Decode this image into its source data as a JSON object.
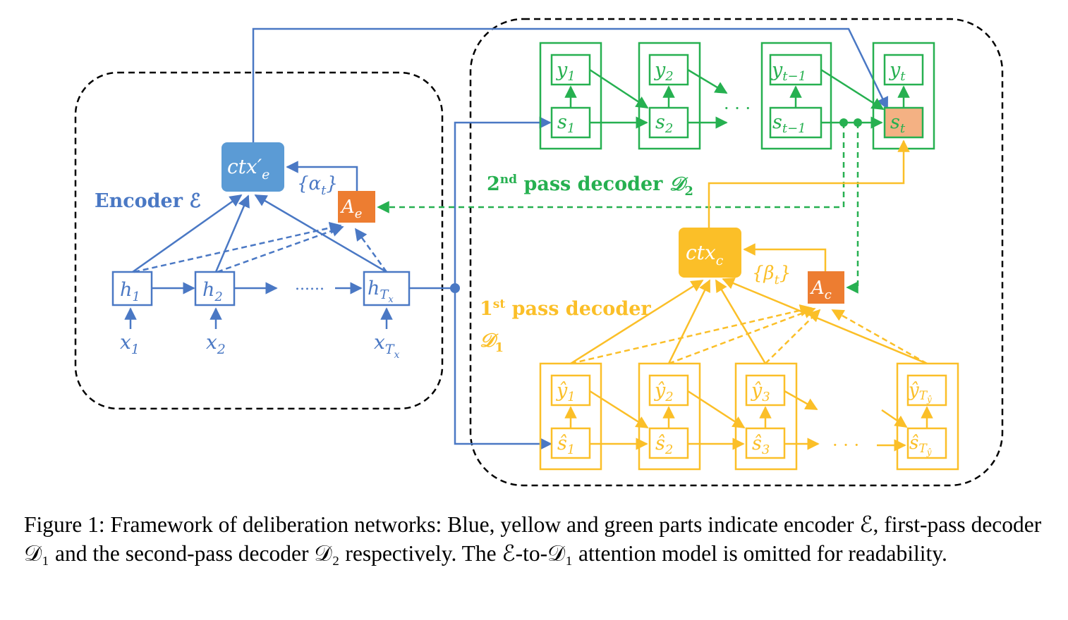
{
  "colors": {
    "blue": "#4a78c4",
    "blue_fill": "#5b9bd5",
    "yellow": "#fbbf28",
    "green": "#26b050",
    "orange": "#ed7d31",
    "orange_light": "#f4b183",
    "black": "#000000"
  },
  "encoder": {
    "label": "Encoder ℰ",
    "ctx": "ctx′",
    "ctx_sub": "e",
    "attn": "A",
    "attn_sub": "e",
    "alpha": "{α",
    "alpha_sub": "t",
    "alpha_close": "}",
    "dots": "......",
    "h": [
      {
        "base": "h",
        "sub": "1",
        "subsub": ""
      },
      {
        "base": "h",
        "sub": "2",
        "subsub": ""
      },
      {
        "base": "h",
        "sub": "T",
        "subsub": "x"
      }
    ],
    "x": [
      {
        "base": "x",
        "sub": "1",
        "subsub": ""
      },
      {
        "base": "x",
        "sub": "2",
        "subsub": ""
      },
      {
        "base": "x",
        "sub": "T",
        "subsub": "x"
      }
    ]
  },
  "second_pass": {
    "label_a": "2",
    "label_sup": "nd",
    "label_b": " pass decoder ",
    "label_math": "𝒟",
    "label_sub": "2",
    "dots": "· · ·",
    "y": [
      {
        "base": "y",
        "sub": "1"
      },
      {
        "base": "y",
        "sub": "2"
      },
      {
        "base": "y",
        "sub": "t−1"
      },
      {
        "base": "y",
        "sub": "t"
      }
    ],
    "s": [
      {
        "base": "s",
        "sub": "1"
      },
      {
        "base": "s",
        "sub": "2"
      },
      {
        "base": "s",
        "sub": "t−1"
      },
      {
        "base": "s",
        "sub": "t"
      }
    ]
  },
  "first_pass": {
    "label_a": "1",
    "label_sup": "st",
    "label_b": " pass decoder",
    "label_math": "𝒟",
    "label_sub": "1",
    "ctx": "ctx",
    "ctx_sub": "c",
    "attn": "A",
    "attn_sub": "c",
    "beta": "{β",
    "beta_sub": "t",
    "beta_close": "}",
    "dots": "· · ·",
    "y": [
      {
        "base": "ŷ",
        "sub": "1",
        "subsub": ""
      },
      {
        "base": "ŷ",
        "sub": "2",
        "subsub": ""
      },
      {
        "base": "ŷ",
        "sub": "3",
        "subsub": ""
      },
      {
        "base": "ŷ",
        "sub": "T",
        "subsub": "ŷ"
      }
    ],
    "s": [
      {
        "base": "ŝ",
        "sub": "1",
        "subsub": ""
      },
      {
        "base": "ŝ",
        "sub": "2",
        "subsub": ""
      },
      {
        "base": "ŝ",
        "sub": "3",
        "subsub": ""
      },
      {
        "base": "ŝ",
        "sub": "T",
        "subsub": "ŷ"
      }
    ]
  },
  "caption": "Figure 1: Framework of deliberation networks: Blue, yellow and green parts indicate encoder ℰ, first-pass decoder 𝒟₁ and the second-pass decoder 𝒟₂ respectively. The ℰ-to-𝒟₁ attention model is omitted for readability."
}
